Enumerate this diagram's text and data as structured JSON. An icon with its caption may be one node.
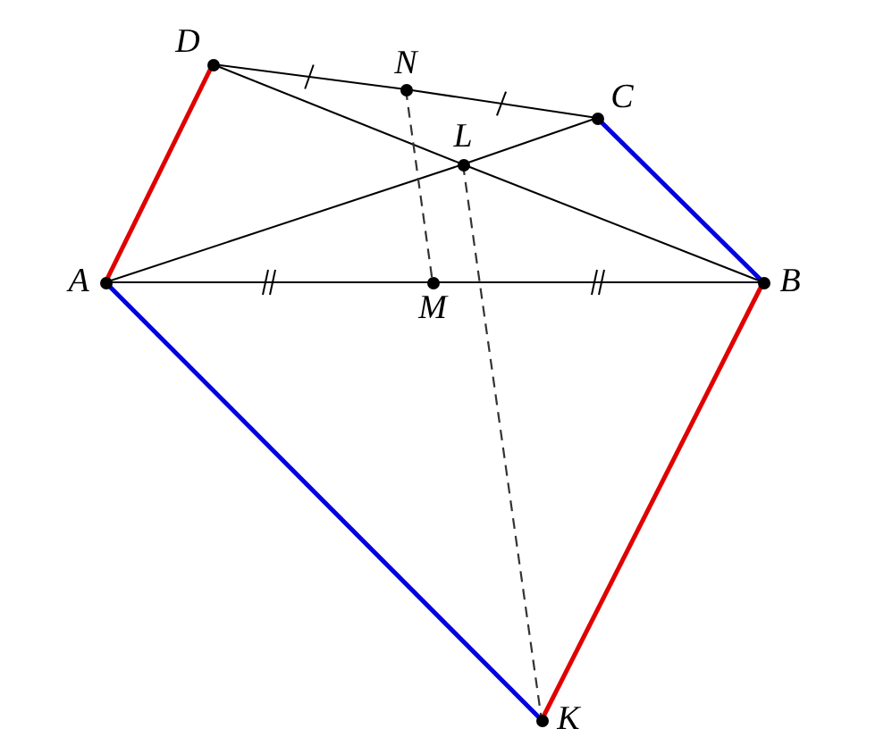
{
  "diagram": {
    "nodes": [
      {
        "text": [
          "D"
        ]
      },
      {
        "text": [
          "N"
        ]
      },
      {
        "text": [
          "C"
        ]
      },
      {
        "text": [
          "L"
        ]
      },
      {
        "text": [
          "A"
        ]
      },
      {
        "text": [
          "M"
        ]
      },
      {
        "text": [
          "B"
        ]
      },
      {
        "text": [
          "K"
        ]
      }
    ],
    "edges": [
      {
        "from": 4,
        "to": 0,
        "arrow": "none",
        "style": "thick",
        "color": "#e00000"
      },
      {
        "from": 0,
        "to": 1,
        "arrow": "none"
      },
      {
        "from": 1,
        "to": 2,
        "arrow": "none"
      },
      {
        "from": 2,
        "to": 6,
        "arrow": "none",
        "style": "thick",
        "color": "#0000e0"
      },
      {
        "from": 6,
        "to": 7,
        "arrow": "none",
        "style": "thick",
        "color": "#e00000"
      },
      {
        "from": 7,
        "to": 4,
        "arrow": "none",
        "style": "thick",
        "color": "#0000e0"
      },
      {
        "from": 4,
        "to": 5,
        "arrow": "none"
      },
      {
        "from": 5,
        "to": 6,
        "arrow": "none"
      },
      {
        "from": 4,
        "to": 3,
        "arrow": "none"
      },
      {
        "from": 3,
        "to": 2,
        "arrow": "none"
      },
      {
        "from": 0,
        "to": 3,
        "arrow": "none"
      },
      {
        "from": 3,
        "to": 6,
        "arrow": "none"
      },
      {
        "from": 1,
        "to": 5,
        "arrow": "none",
        "style": "dashed"
      },
      {
        "from": 3,
        "to": 7,
        "arrow": "none",
        "style": "dashed"
      }
    ]
  }
}
